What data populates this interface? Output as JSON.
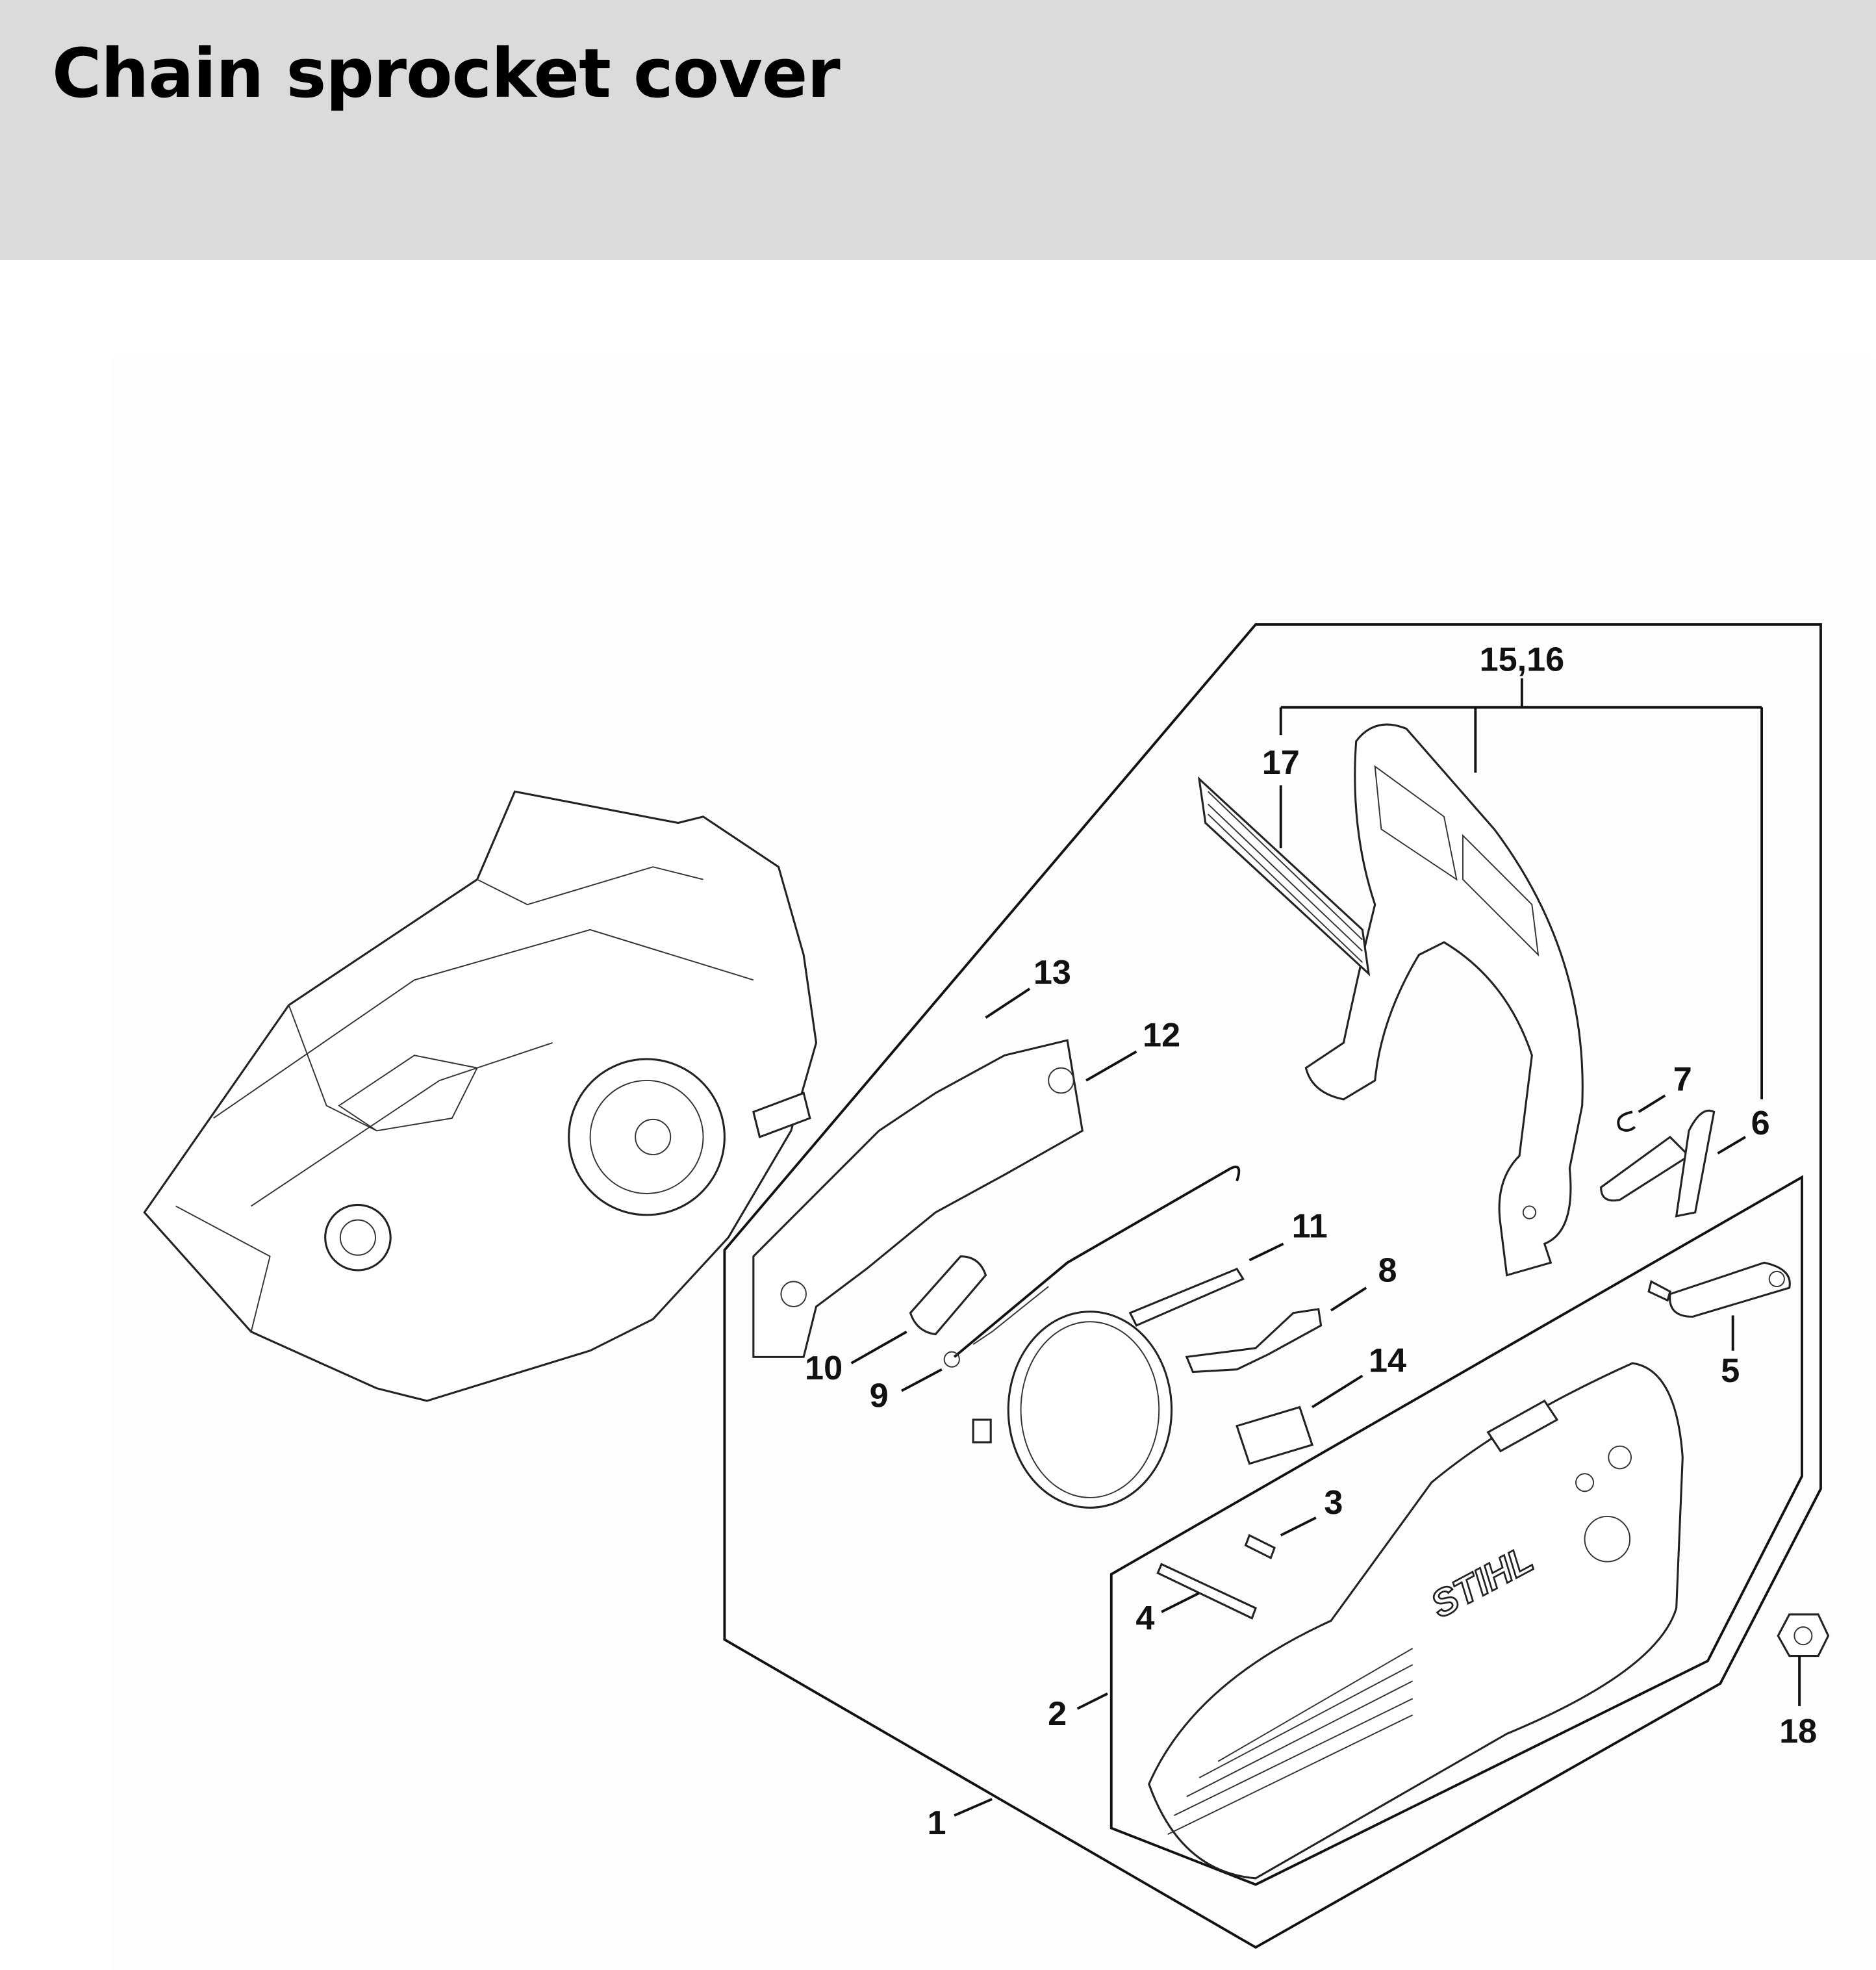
{
  "header": {
    "title": "Chain sprocket cover"
  },
  "diagram": {
    "callouts": {
      "c1": "1",
      "c2": "2",
      "c3": "3",
      "c4": "4",
      "c5": "5",
      "c6": "6",
      "c7": "7",
      "c8": "8",
      "c9": "9",
      "c10": "10",
      "c11": "11",
      "c12": "12",
      "c13": "13",
      "c14": "14",
      "c15_16": "15,16",
      "c17": "17",
      "c18": "18"
    },
    "cover_brand": "STIHL"
  }
}
